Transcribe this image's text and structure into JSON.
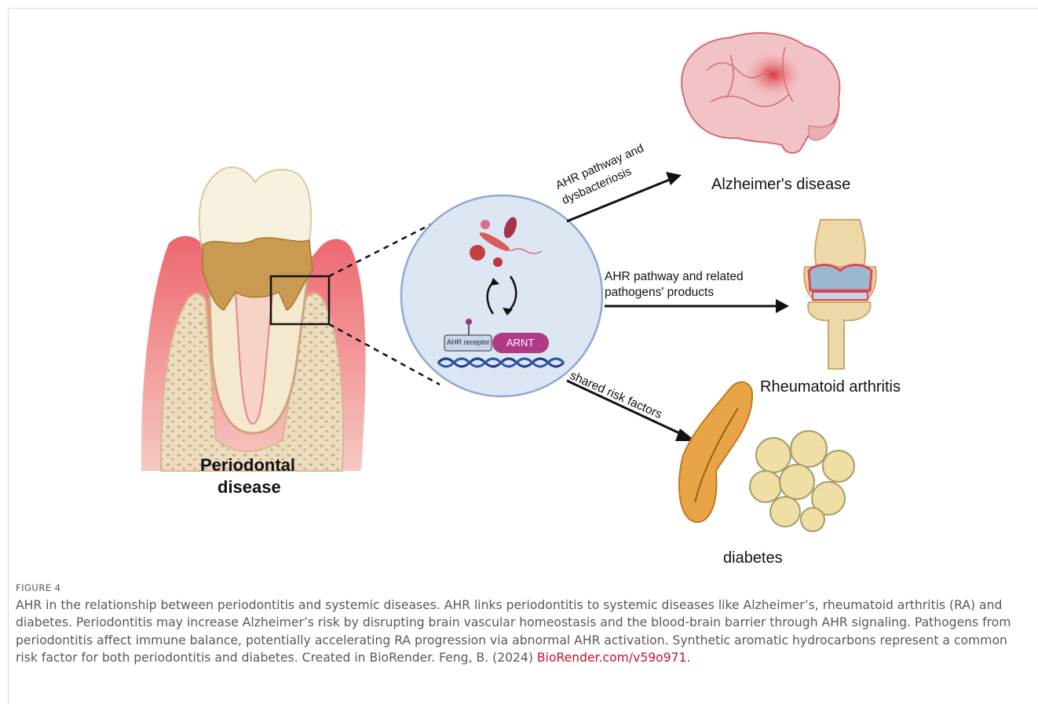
{
  "figure": {
    "periodontal_label_line1": "Periodontal",
    "periodontal_label_line2": "disease",
    "arrow1_line1": "AHR pathway and",
    "arrow1_line2": "dysbacteriosis",
    "arrow2_line1": "AHR pathway and related",
    "arrow2_line2": "pathogens' products",
    "arrow3": "shared risk factors",
    "receptor_label": "AHR receptor",
    "arnt_label": "ARNT",
    "alzheimers": "Alzheimer's disease",
    "ra": "Rheumatoid arthritis",
    "diabetes": "diabetes"
  },
  "caption": {
    "figure_label": "FIGURE 4",
    "text": "AHR in the relationship between periodontitis and systemic diseases. AHR links periodontitis to systemic diseases like Alzheimer’s, rheumatoid arthritis (RA) and diabetes. Periodontitis may increase Alzheimer’s risk by disrupting brain vascular homeostasis and the blood-brain barrier through AHR signaling. Pathogens from periodontitis affect immune balance, potentially accelerating RA progression via abnormal AHR activation. Synthetic aromatic hydrocarbons represent a common risk factor for both periodontitis and diabetes. Created in BioRender. Feng, B. (2024) ",
    "link_text": "BioRender.com/v59o971."
  },
  "colors": {
    "gum": "#e8535c",
    "bone": "#e9d4b4",
    "arnt": "#b03a86",
    "dna": "#1f3d8f",
    "circle_bg": "#dde6f3",
    "link": "#c8102e"
  }
}
